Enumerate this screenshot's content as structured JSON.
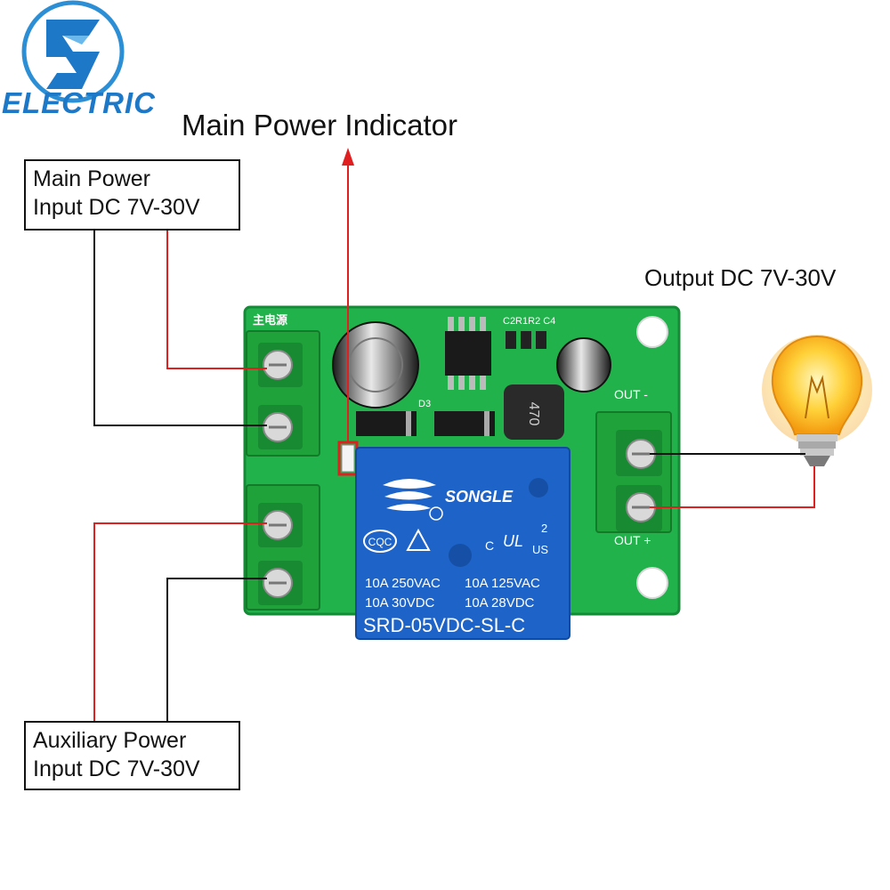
{
  "logo": {
    "text": "ELECTRIC"
  },
  "indicator_label": "Main Power Indicator",
  "main_power_box": {
    "line1": "Main Power",
    "line2": "Input DC 7V-30V"
  },
  "aux_power_box": {
    "line1": "Auxiliary Power",
    "line2": "Input DC 7V-30V"
  },
  "output_label": "Output DC 7V-30V",
  "board": {
    "top_silk": "主电源",
    "silk_components": "C2R1R2 C4",
    "silk_d3": "D3",
    "inductor_value": "470",
    "out_minus": "OUT -",
    "out_plus": "OUT +"
  },
  "relay": {
    "brand": "SONGLE",
    "cqc": "CQC",
    "ul": "UL",
    "us": "US",
    "c": "C",
    "two": "2",
    "rating_row1_left": "10A 250VAC",
    "rating_row1_right": "10A 125VAC",
    "rating_row2_left": "10A  30VDC",
    "rating_row2_right": "10A  28VDC",
    "model": "SRD-05VDC-SL-C"
  },
  "colors": {
    "pcb": "#22b24c",
    "terminal": "#1fa23a",
    "relay": "#1e63c8",
    "wire_red": "#e02020",
    "wire_black": "#111111",
    "logo_blue": "#1e78c8"
  }
}
